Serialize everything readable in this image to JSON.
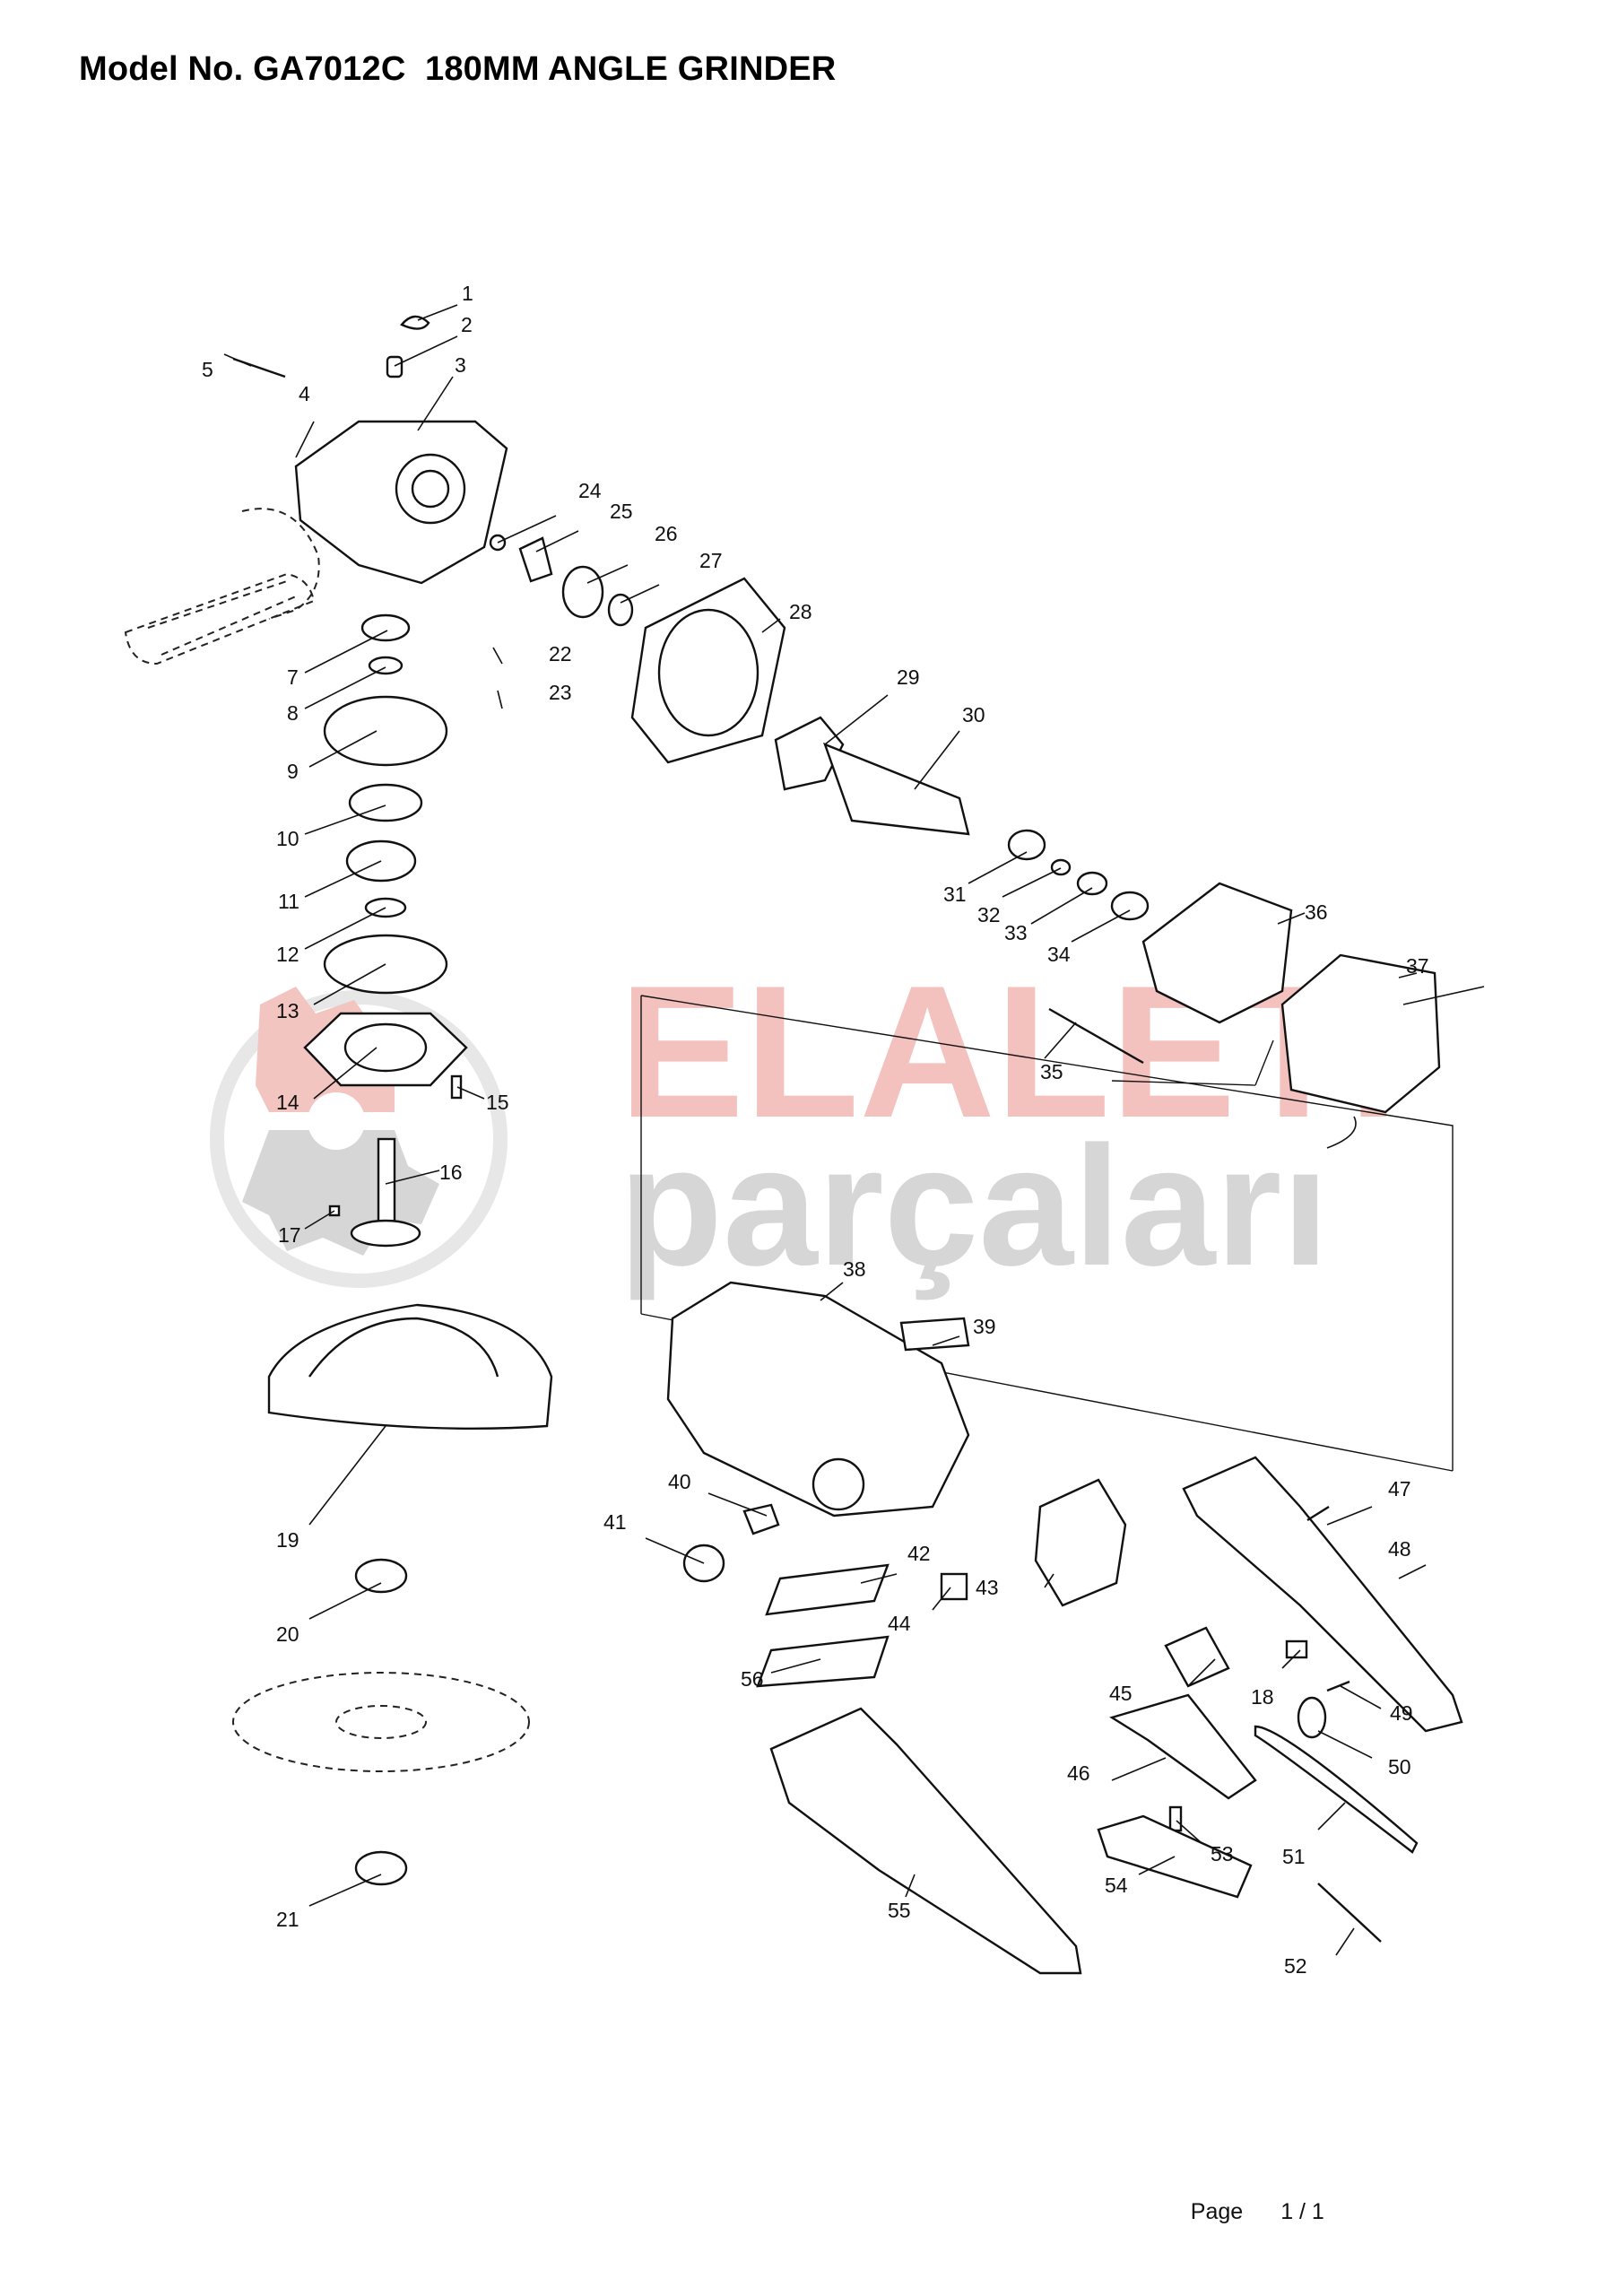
{
  "document": {
    "title": "Model No. GA7012C  180MM ANGLE GRINDER",
    "footer": {
      "page_label": "Page",
      "page_number": "1 / 1"
    }
  },
  "watermark": {
    "brand": "ELALETi",
    "subtitle": "parçaları",
    "brand_color": "#f2b8b4",
    "subtitle_color": "#cfcfcf"
  },
  "callouts": [
    "1",
    "2",
    "3",
    "4",
    "5",
    "7",
    "8",
    "9",
    "10",
    "11",
    "12",
    "13",
    "14",
    "15",
    "16",
    "17",
    "18",
    "19",
    "20",
    "21",
    "22",
    "23",
    "24",
    "25",
    "26",
    "27",
    "28",
    "29",
    "30",
    "31",
    "32",
    "33",
    "34",
    "35",
    "36",
    "37",
    "38",
    "39",
    "40",
    "41",
    "42",
    "43",
    "44",
    "45",
    "46",
    "47",
    "48",
    "49",
    "50",
    "51",
    "52",
    "53",
    "54",
    "55",
    "56"
  ]
}
